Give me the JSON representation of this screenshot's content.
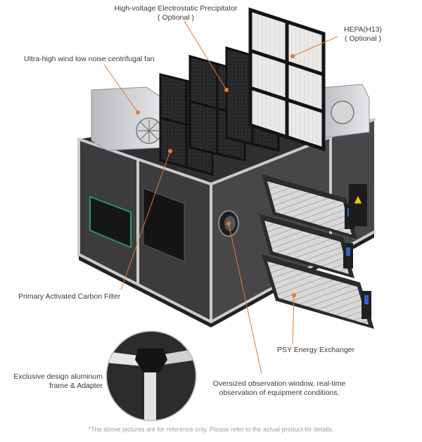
{
  "colors": {
    "accent": "#e8772e",
    "unit_body": "#3c3c3e",
    "frame": "#c9cbcd",
    "filter_dark": "#2a2a2c",
    "hepa_white": "#ececec",
    "text": "#3a3a3a",
    "disclaimer": "#a0a0a0"
  },
  "labels": {
    "esp_line1": "High-voltage Electrostatic Precipitator",
    "esp_line2": "( Optional )",
    "hepa_line1": "HEPA(H13)",
    "hepa_line2": "( Optional )",
    "fan": "Ultra-high wind low noise centrifugal fan",
    "carbon": "Primary Activated Carbon Filter",
    "psy": "PSY  Energy Exchanger",
    "frame_line1": "Exclusive design  aluminum",
    "frame_line2": "frame & Adapter",
    "window_line1": "Oversized observation window, real-time",
    "window_line2": "observation of equipment conditions."
  },
  "disclaimer": "*The above pictures are for reference only. Please refer to the actual product for details.",
  "icons": {
    "warning": "warning-triangle-icon",
    "fan": "centrifugal-fan-icon"
  }
}
